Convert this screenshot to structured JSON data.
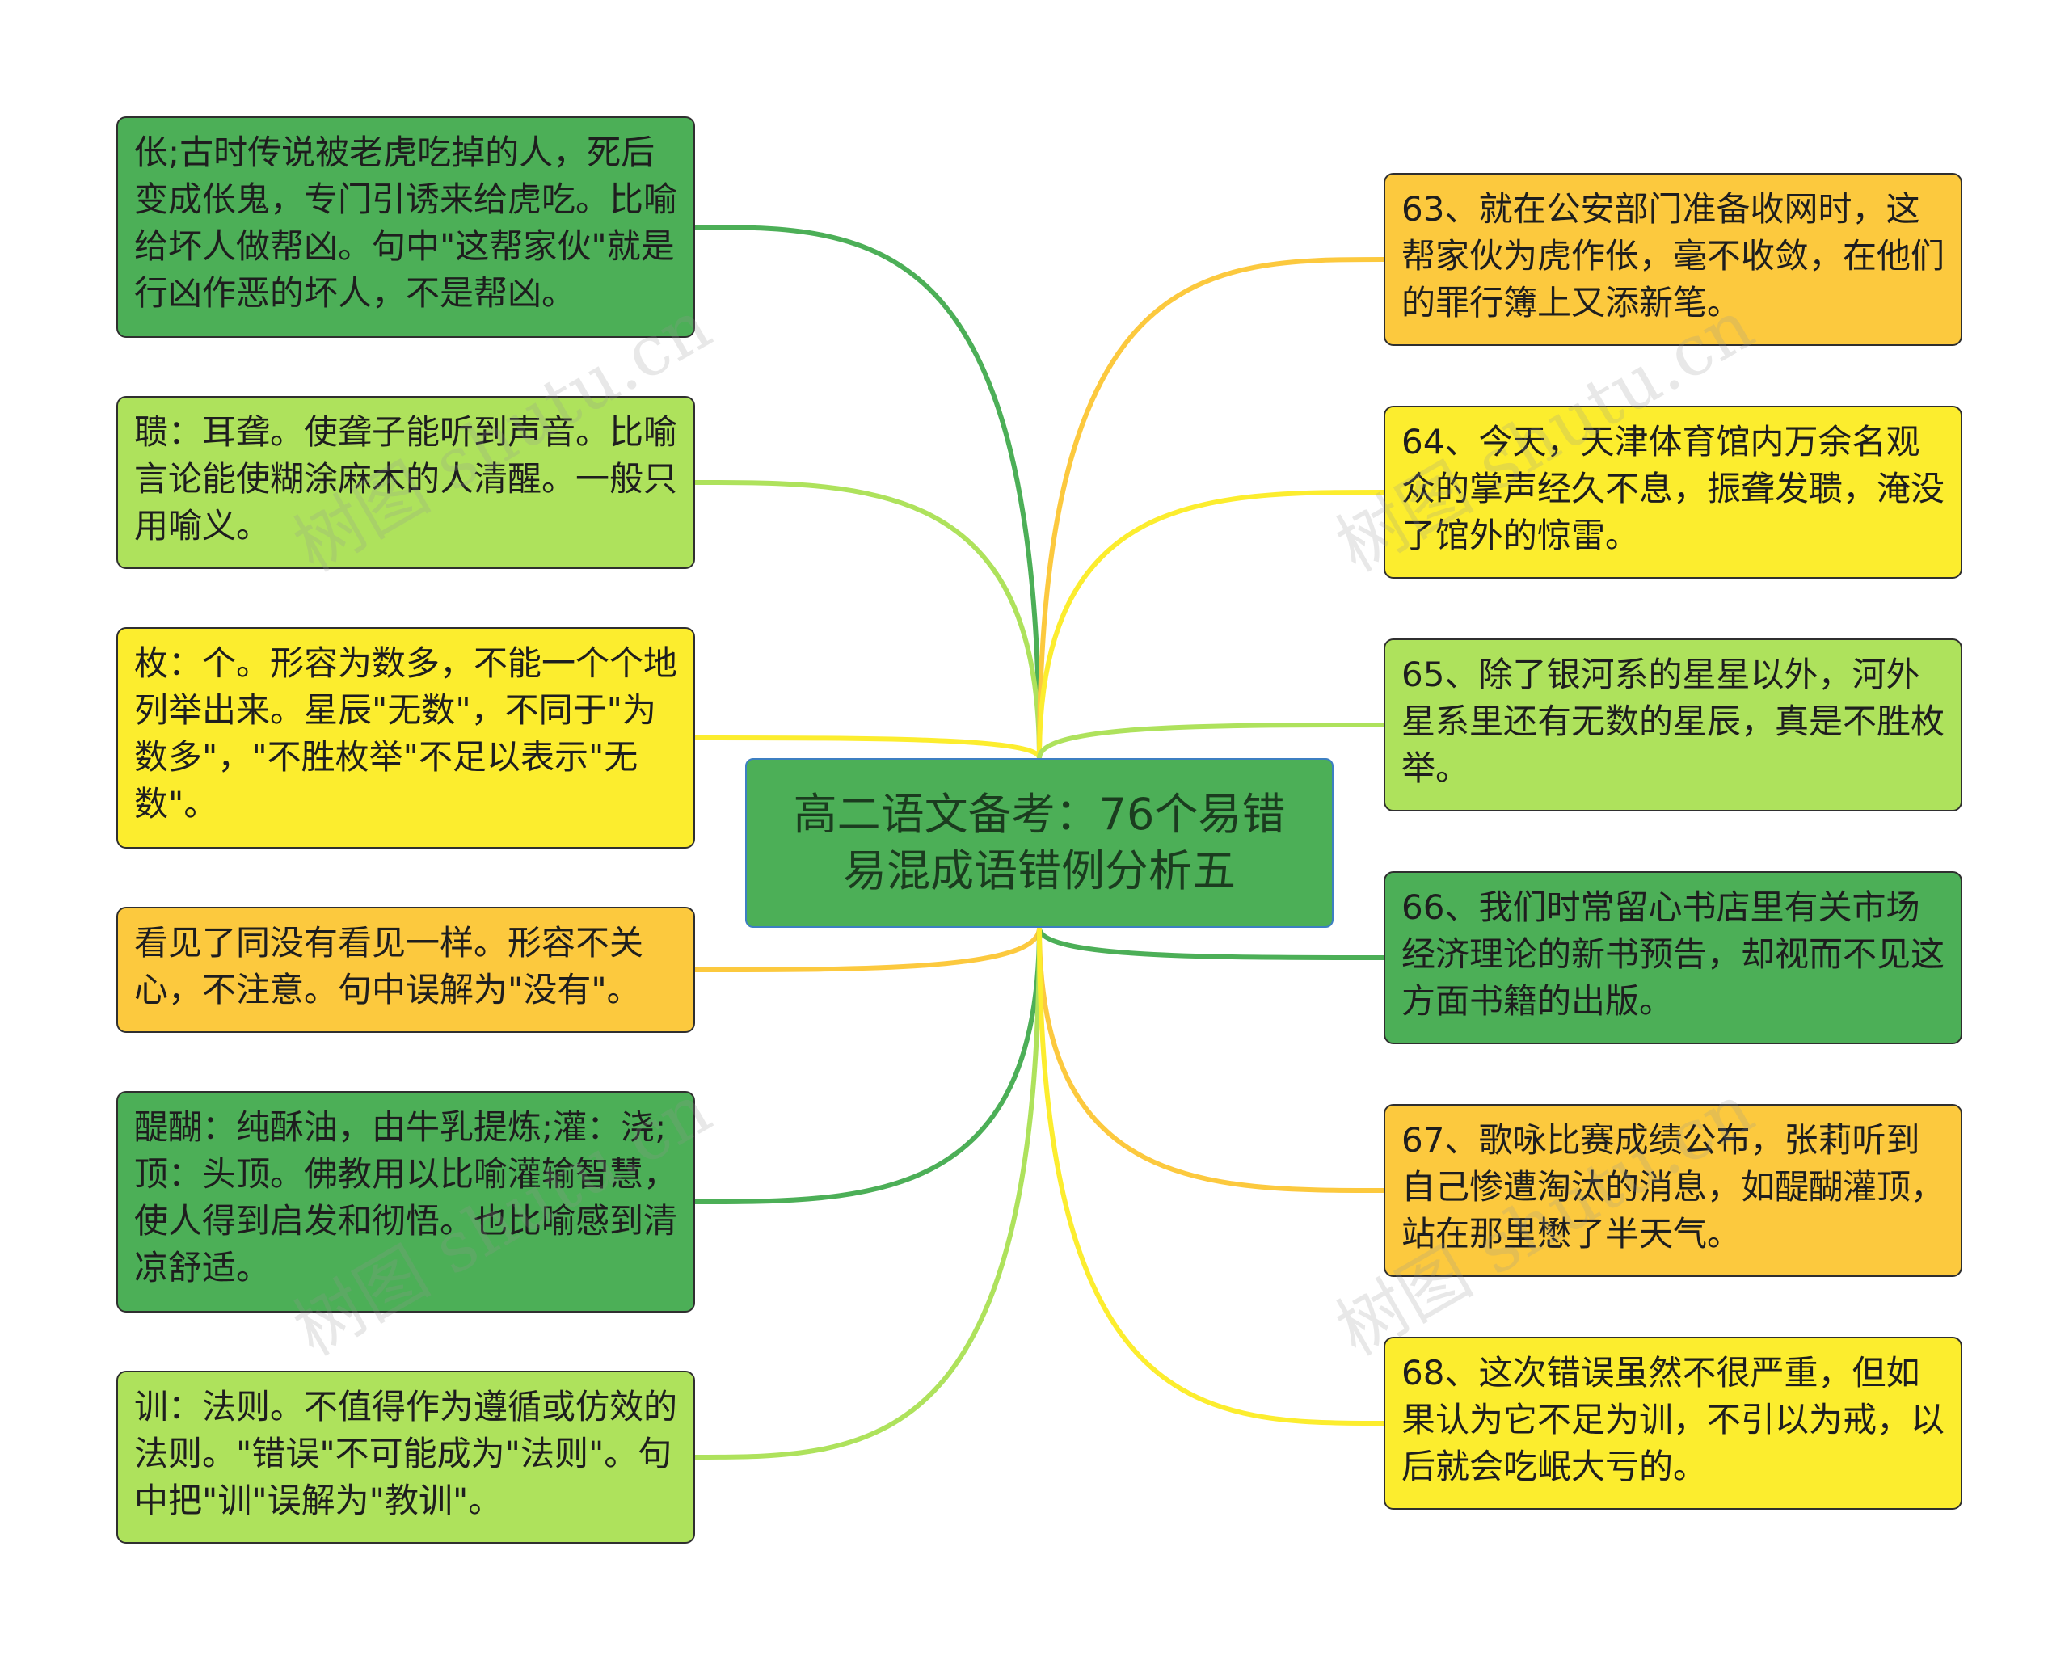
{
  "title": "高二语文备考：76个易错易混成语错例分析五",
  "watermark": "树图 shutu.cn",
  "colors": {
    "dark_green": "#4caf57",
    "light_green": "#aee25c",
    "yellow": "#fced2e",
    "orange": "#fcc93e"
  },
  "left_nodes": [
    {
      "text": "伥;古时传说被老虎吃掉的人，死后变成伥鬼，专门引诱来给虎吃。比喻给坏人做帮凶。句中\"这帮家伙\"就是行凶作恶的坏人，不是帮凶。",
      "color": "#4caf57"
    },
    {
      "text": "聩：耳聋。使聋子能听到声音。比喻言论能使糊涂麻木的人清醒。一般只用喻义。",
      "color": "#aee25c"
    },
    {
      "text": "枚：个。形容为数多，不能一个个地列举出来。星辰\"无数\"，不同于\"为数多\"，\"不胜枚举\"不足以表示\"无数\"。",
      "color": "#fced2e"
    },
    {
      "text": "看见了同没有看见一样。形容不关心，不注意。句中误解为\"没有\"。",
      "color": "#fcc93e"
    },
    {
      "text": "醍醐：纯酥油，由牛乳提炼;灌：浇;顶：头顶。佛教用以比喻灌输智慧，使人得到启发和彻悟。也比喻感到清凉舒适。",
      "color": "#4caf57"
    },
    {
      "text": "训：法则。不值得作为遵循或仿效的法则。\"错误\"不可能成为\"法则\"。句中把\"训\"误解为\"教训\"。",
      "color": "#aee25c"
    }
  ],
  "right_nodes": [
    {
      "text": "63、就在公安部门准备收网时，这帮家伙为虎作伥，毫不收敛，在他们的罪行簿上又添新笔。",
      "color": "#fcc93e"
    },
    {
      "text": "64、今天，天津体育馆内万余名观众的掌声经久不息，振聋发聩，淹没了馆外的惊雷。",
      "color": "#fced2e"
    },
    {
      "text": "65、除了银河系的星星以外，河外星系里还有无数的星辰，真是不胜枚举。",
      "color": "#aee25c"
    },
    {
      "text": "66、我们时常留心书店里有关市场经济理论的新书预告，却视而不见这方面书籍的出版。",
      "color": "#4caf57"
    },
    {
      "text": "67、歌咏比赛成绩公布，张莉听到自己惨遭淘汰的消息，如醍醐灌顶，站在那里懋了半天气。",
      "color": "#fcc93e"
    },
    {
      "text": "68、这次错误虽然不很严重，但如果认为它不足为训，不引以为戒，以后就会吃岷大亏的。",
      "color": "#fced2e"
    }
  ]
}
